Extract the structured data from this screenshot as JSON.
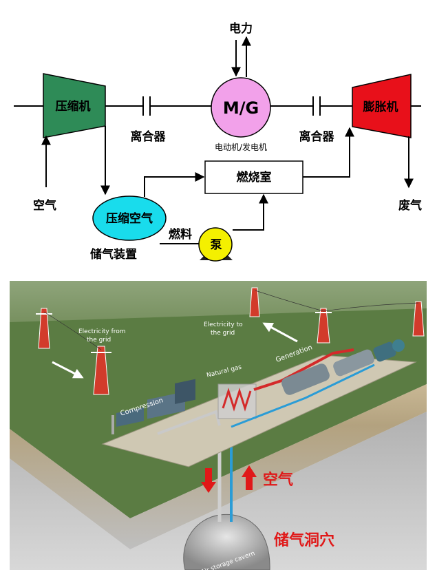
{
  "schematic": {
    "compressor": "压缩机",
    "motor_generator": "M/G",
    "motor_generator_caption": "电动机/发电机",
    "power": "电力",
    "clutch_left": "离合器",
    "clutch_right": "离合器",
    "expander": "膨胀机",
    "air_in": "空气",
    "exhaust": "废气",
    "combustor": "燃烧室",
    "storage": "压缩空气",
    "storage_caption": "储气装置",
    "fuel": "燃料",
    "pump": "泵"
  },
  "illustration": {
    "electricity_from_grid": [
      "Electricity from",
      "the grid"
    ],
    "electricity_to_grid": [
      "Electricity to",
      "the grid"
    ],
    "natural_gas": "Natural gas",
    "generation": "Generation",
    "compression": "Compression",
    "air_label": "空气",
    "cavern_label": "储气洞穴",
    "cavern_inner_label": "Air storage cavern"
  },
  "colors": {
    "compressor": "#2e8b57",
    "expander": "#e8101a",
    "motor_generator": "#f2a1ea",
    "storage": "#19dcec",
    "pump": "#f4f000",
    "ground": "#5b7c43",
    "sky": "#a8b896",
    "arrow_red": "#e01818",
    "pipe_blue": "#2a9cd6",
    "pipe_red": "#d42a2a"
  }
}
